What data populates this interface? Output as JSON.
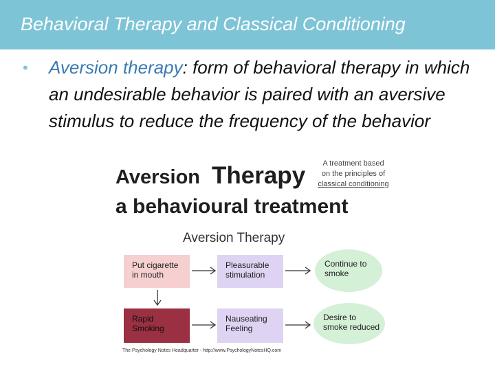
{
  "slide": {
    "title": "Behavioral Therapy and Classical Conditioning",
    "bullet_marker": "•",
    "bullet_term": "Aversion therapy",
    "bullet_rest": ": form of behavioral therapy in which an undesirable behavior is paired with an aversive stimulus to reduce the frequency of the behavior"
  },
  "figure": {
    "headline_part1": "Aversion",
    "headline_part2": "Therapy",
    "headline_line2": "a behavioural treatment",
    "side_note": [
      "A treatment based",
      "on the principles of",
      "classical conditioning"
    ],
    "diagram_title": "Aversion Therapy",
    "boxes": {
      "put": [
        "Put cigarette",
        "in mouth"
      ],
      "pleasurable": [
        "Pleasurable",
        "stimulation"
      ],
      "continue": [
        "Continue to",
        "smoke"
      ],
      "rapid": [
        "Rapid",
        "Smoking"
      ],
      "nauseating": [
        "Nauseating",
        "Feeling"
      ],
      "desire": [
        "Desire to",
        "smoke reduced"
      ]
    },
    "credit": "The Psychology Notes Headquarter - http://www.PsychologyNotesHQ.com"
  },
  "colors": {
    "title_bar": "#7ec4d7",
    "term": "#3a79b4",
    "pink_box": "#f6cfd0",
    "lavender_box": "#ded3f3",
    "dark_red_box": "#9a3041",
    "green_oval": "#d4f0d6"
  }
}
